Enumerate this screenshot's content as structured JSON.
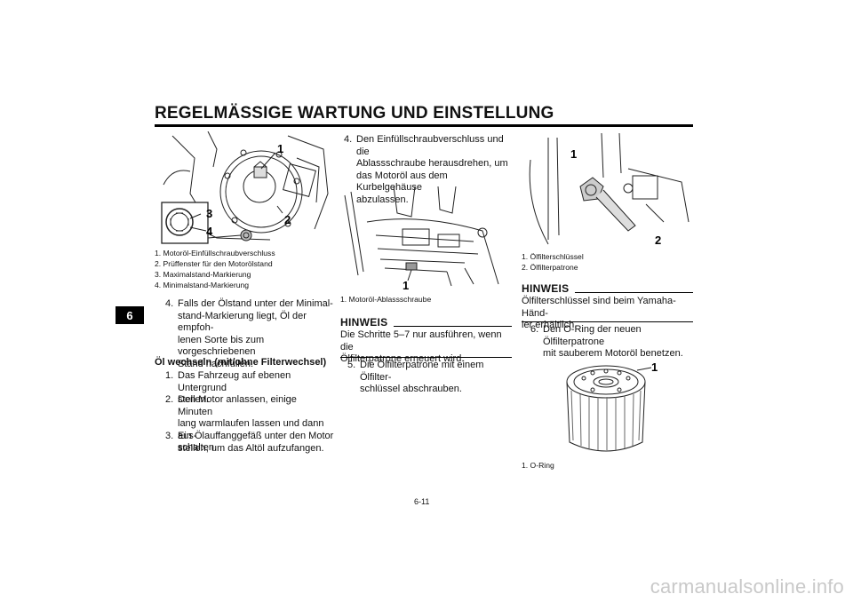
{
  "header": {
    "title": "REGELMÄSSIGE WARTUNG UND EINSTELLUNG"
  },
  "chapter_tab": "6",
  "figure1": {
    "callouts": [
      "1",
      "2",
      "3",
      "4"
    ],
    "captions": [
      "1.  Motoröl-Einfüllschraubverschluss",
      "2.  Prüffenster für den Motorölstand",
      "3.  Maximalstand-Markierung",
      "4.  Minimalstand-Markierung"
    ]
  },
  "left_column": {
    "step4_num": "4.",
    "step4_lines": [
      "Falls der Ölstand unter der Minimal-",
      "stand-Markierung liegt, Öl der empfoh-",
      "lenen Sorte bis zum vorgeschriebenen",
      "Stand nachfüllen."
    ],
    "section_heading": "Öl wechseln (mit/ohne Filterwechsel)",
    "steps": [
      {
        "num": "1.",
        "lines": [
          "Das Fahrzeug auf ebenen Untergrund",
          "stellen."
        ]
      },
      {
        "num": "2.",
        "lines": [
          "Den Motor anlassen, einige Minuten",
          "lang warmlaufen lassen und dann aus-",
          "schalten."
        ]
      },
      {
        "num": "3.",
        "lines": [
          "Ein Ölauffanggefäß unter den Motor",
          "stellen, um das Altöl aufzufangen."
        ]
      }
    ]
  },
  "middle_column": {
    "step4_num": "4.",
    "step4_lines": [
      "Den Einfüllschraubverschluss und die",
      "Ablassschraube herausdrehen, um",
      "das Motoröl aus dem Kurbelgehäuse",
      "abzulassen."
    ],
    "figure2": {
      "callout": "1",
      "caption": "1.  Motoröl-Ablassschraube"
    },
    "note": {
      "heading": "HINWEIS",
      "lines": [
        "Die Schritte 5–7 nur ausführen, wenn die",
        "Ölfilterpatrone erneuert wird."
      ]
    },
    "step5_num": "5.",
    "step5_lines": [
      "Die Ölfilterpatrone mit einem Ölfilter-",
      "schlüssel abschrauben."
    ]
  },
  "right_column": {
    "figure3": {
      "callouts": [
        "1",
        "2"
      ],
      "captions": [
        "1.  Ölfilterschlüssel",
        "2.  Ölfilterpatrone"
      ]
    },
    "note": {
      "heading": "HINWEIS",
      "lines": [
        "Ölfilterschlüssel sind beim Yamaha-Händ-",
        "ler erhältlich."
      ]
    },
    "step6_num": "6.",
    "step6_lines": [
      "Den O-Ring der neuen Ölfilterpatrone",
      "mit sauberem Motoröl benetzen."
    ],
    "figure4": {
      "callout": "1",
      "caption": "1.  O-Ring"
    }
  },
  "footer": {
    "page_number": "6-11"
  },
  "watermark": "carmanualsonline.info"
}
